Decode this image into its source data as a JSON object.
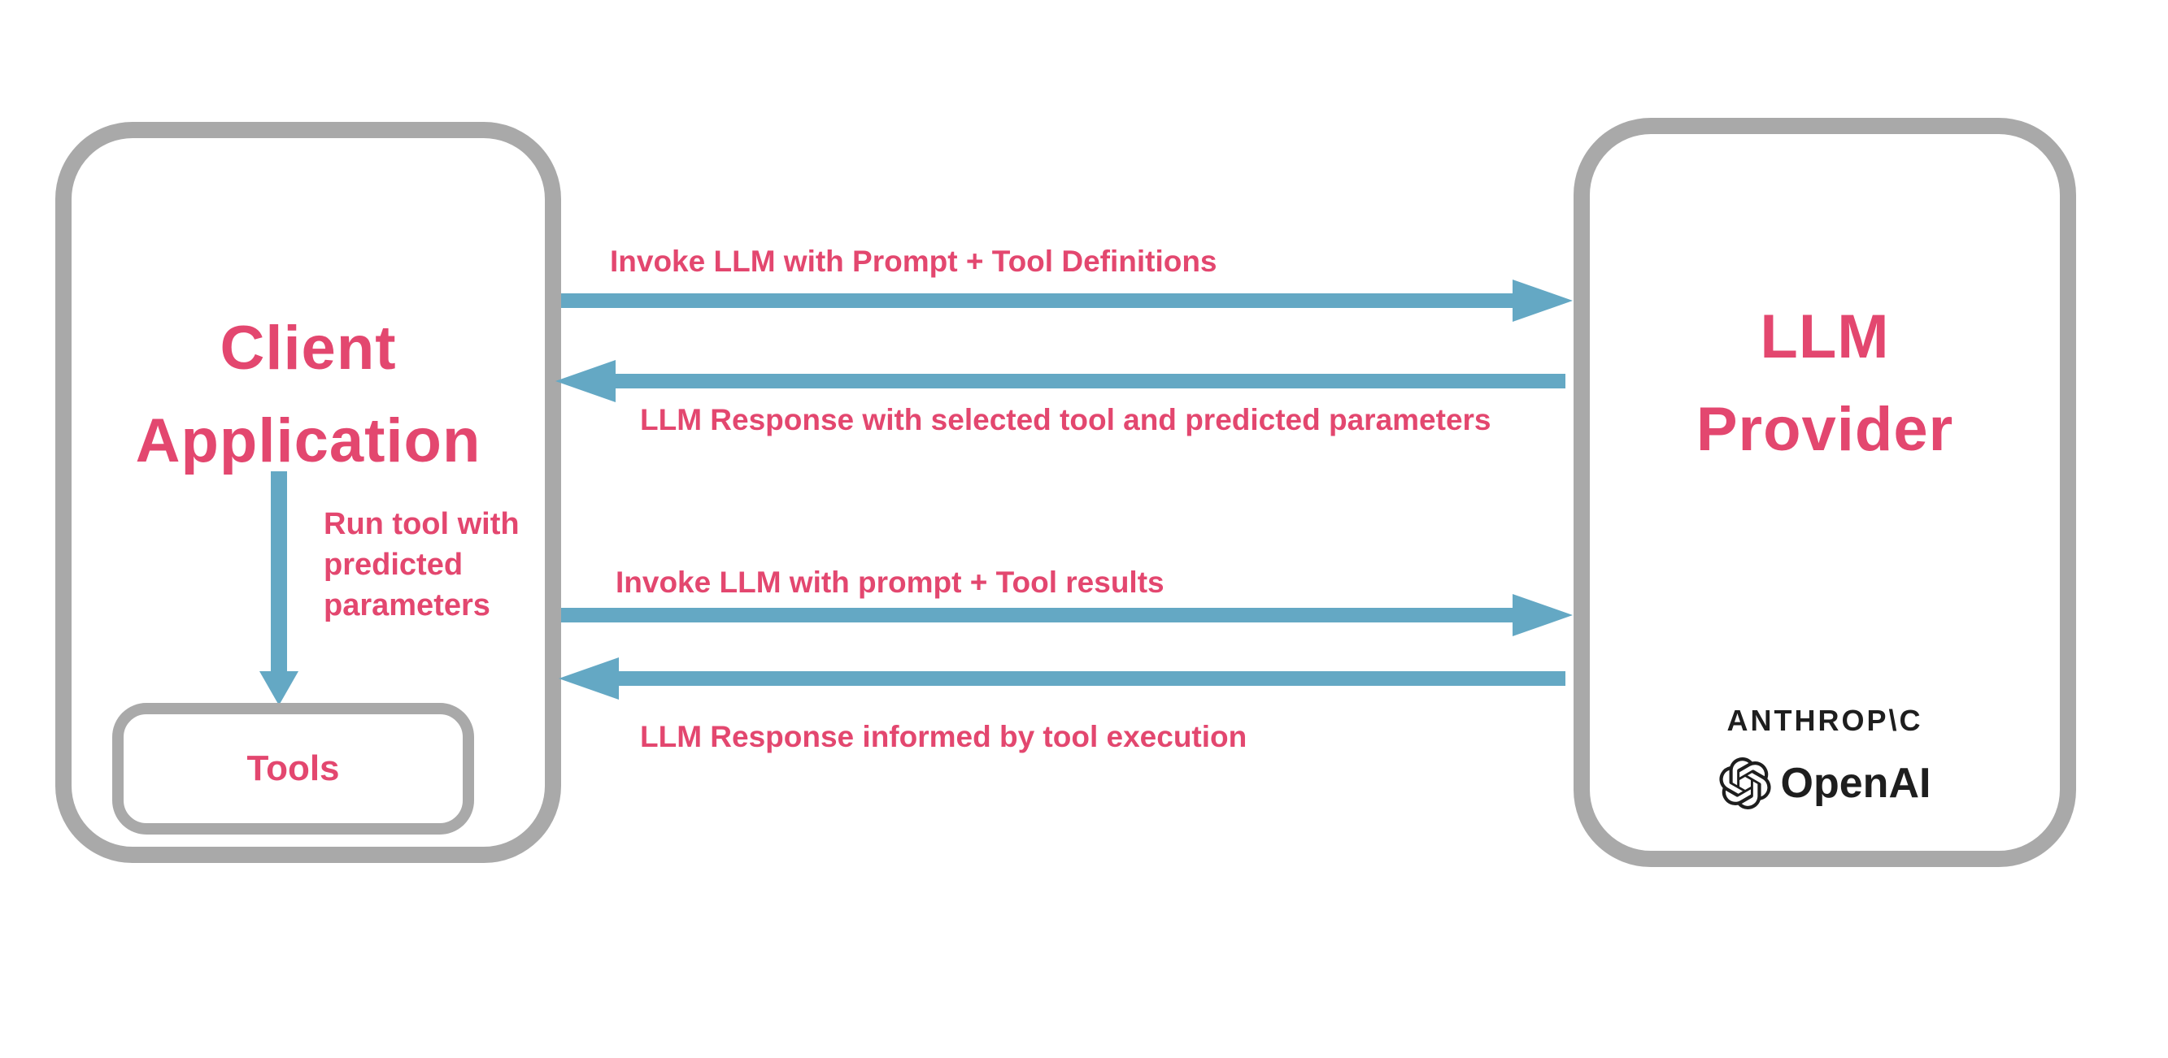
{
  "colors": {
    "pink": "#e3476f",
    "blue": "#64a8c4",
    "gray": "#a9a9a9",
    "black": "#1e1e1e"
  },
  "client_box": {
    "title_lines": [
      "Client",
      "Application"
    ],
    "run_tool_note_lines": [
      "Run tool with",
      "predicted",
      "parameters"
    ],
    "tools_label": "Tools"
  },
  "provider_box": {
    "title_lines": [
      "LLM",
      "Provider"
    ],
    "anthropic_wordmark": "ANTHROP\\C",
    "openai_wordmark": "OpenAI"
  },
  "messages": [
    {
      "direction": "right",
      "label": "Invoke LLM with Prompt + Tool Definitions"
    },
    {
      "direction": "left",
      "label": "LLM Response with selected tool and predicted parameters"
    },
    {
      "direction": "right",
      "label": "Invoke LLM with prompt + Tool results"
    },
    {
      "direction": "left",
      "label": "LLM Response informed by tool execution"
    }
  ]
}
